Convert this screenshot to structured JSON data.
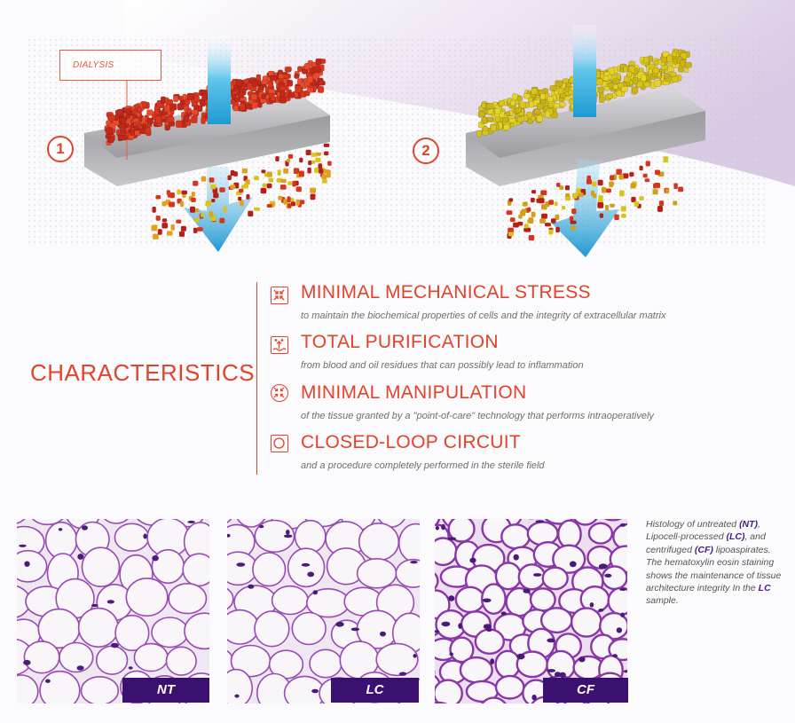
{
  "diagram": {
    "dialysis_label": "DIALYSIS",
    "steps": [
      {
        "number": "1"
      },
      {
        "number": "2"
      }
    ]
  },
  "characteristics": {
    "title": "CHARACTERISTICS",
    "items": [
      {
        "icon": "compress-arrows-icon",
        "title": "MINIMAL MECHANICAL STRESS",
        "description": "to maintain the biochemical properties of cells and the integrity of extracellular matrix"
      },
      {
        "icon": "purification-icon",
        "title": "TOTAL PURIFICATION",
        "description": "from blood and oil residues that can possibly lead to inflammation"
      },
      {
        "icon": "manipulation-icon",
        "title": "MINIMAL MANIPULATION",
        "description": "of the tissue granted by a \"point-of-care\" technology that performs intraoperatively"
      },
      {
        "icon": "closed-loop-icon",
        "title": "CLOSED-LOOP CIRCUIT",
        "description": "and a procedure completely performed in the sterile field"
      }
    ]
  },
  "histology": {
    "samples": [
      {
        "label": "NT"
      },
      {
        "label": "LC"
      },
      {
        "label": "CF"
      }
    ],
    "caption": {
      "t1": "Histology of untreated ",
      "nt": "(NT)",
      "t2": ", Lipocell-processed ",
      "lc": "(LC)",
      "t3": ", and centrifuged ",
      "cf": "(CF)",
      "t4": " lipoaspirates. The hematoxylin eosin staining shows the maintenance of tissue architecture integrity In the ",
      "lc2": "LC",
      "t5": " sample."
    }
  },
  "colors": {
    "accent": "#e3432a",
    "label_bg": "#3a1170",
    "red_cell": "#d8351e",
    "yellow_cell": "#d9c41c",
    "arrow": "#29a8d8"
  }
}
